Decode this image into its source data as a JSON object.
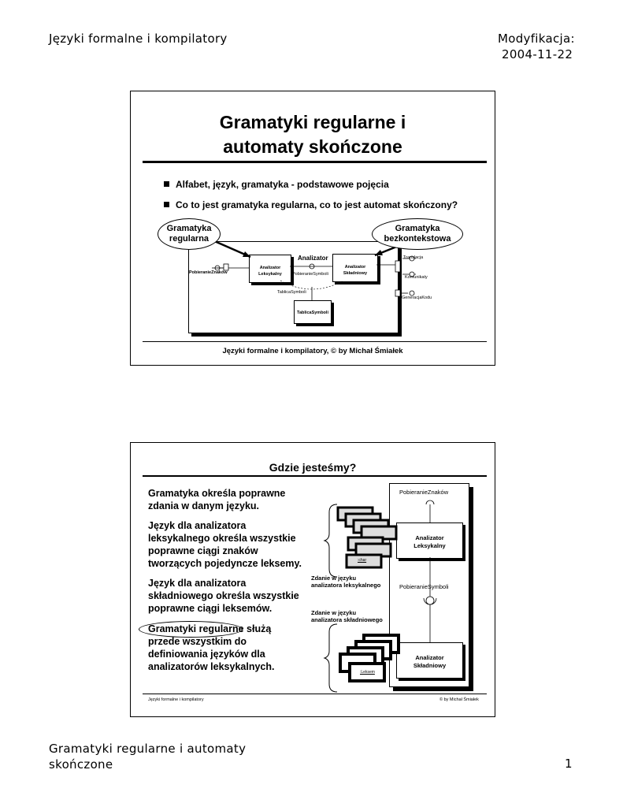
{
  "page_header": {
    "left": "Języki formalne i kompilatory",
    "right_line1": "Modyfikacja:",
    "right_line2": "2004-11-22"
  },
  "slide1": {
    "title_line1": "Gramatyki regularne i",
    "title_line2": "automaty skończone",
    "bullets": [
      "Alfabet, język, gramatyka - podstawowe pojęcia",
      "Co to jest gramatyka regularna, co to jest automat skończony?"
    ],
    "oval_left_line1": "Gramatyka",
    "oval_left_line2": "regularna",
    "oval_right_line1": "Gramatyka",
    "oval_right_line2": "bezkontekstowa",
    "diagram": {
      "analizator": "Analizator",
      "lex_line1": "Analizator",
      "lex_line2": "Leksykalny",
      "syn_line1": "Analizator",
      "syn_line2": "Składniowy",
      "pobieranie_znakow": "PobieranieZnaków",
      "pobieranie_symboli": "PobieranieSymboli",
      "tablica_symboli_iface": "TablicaSymboli",
      "tablica_symboli_box": "TablicaSymboli",
      "translacja": "Translacja",
      "komunikaty": "Komunikaty",
      "generacja_kodu": "GeneracjaKodu"
    },
    "footer": "Języki formalne i kompilatory, © by Michał Śmiałek"
  },
  "slide2": {
    "title": "Gdzie jesteśmy?",
    "paragraphs": [
      [
        "Gramatyka określa poprawne",
        "zdania w danym języku."
      ],
      [
        "Język dla analizatora",
        "leksykalnego określa wszystkie",
        "poprawne ciągi znaków",
        "tworzących pojedyncze leksemy."
      ],
      [
        "Język dla analizatora",
        "składniowego określa wszystkie",
        "poprawne ciągi leksemów."
      ],
      [
        "Gramatyki regularne służą",
        "przede wszystkim do",
        "definiowania języków dla",
        "analizatorów leksykalnych."
      ]
    ],
    "diagram": {
      "pobieranie_znakow": "PobieranieZnaków",
      "pobieranie_symboli": "PobieranieSymboli",
      "lex_line1": "Analizator",
      "lex_line2": "Leksykalny",
      "syn_line1": "Analizator",
      "syn_line2": "Składniowy",
      "zdanie_lex_line1": "Zdanie w języku",
      "zdanie_lex_line2": "analizatora leksykalnego",
      "zdanie_syn_line1": "Zdanie w języku",
      "zdanie_syn_line2": "analizatora składniowego",
      "znak_label": ":char",
      "leksem_label": ":Leksem"
    },
    "footer_left": "Języki formalne i kompilatory",
    "footer_right": "© by Michał Śmiałek"
  },
  "page_footer": {
    "title_line1": "Gramatyki regularne i automaty",
    "title_line2": "skończone",
    "page_number": "1"
  }
}
